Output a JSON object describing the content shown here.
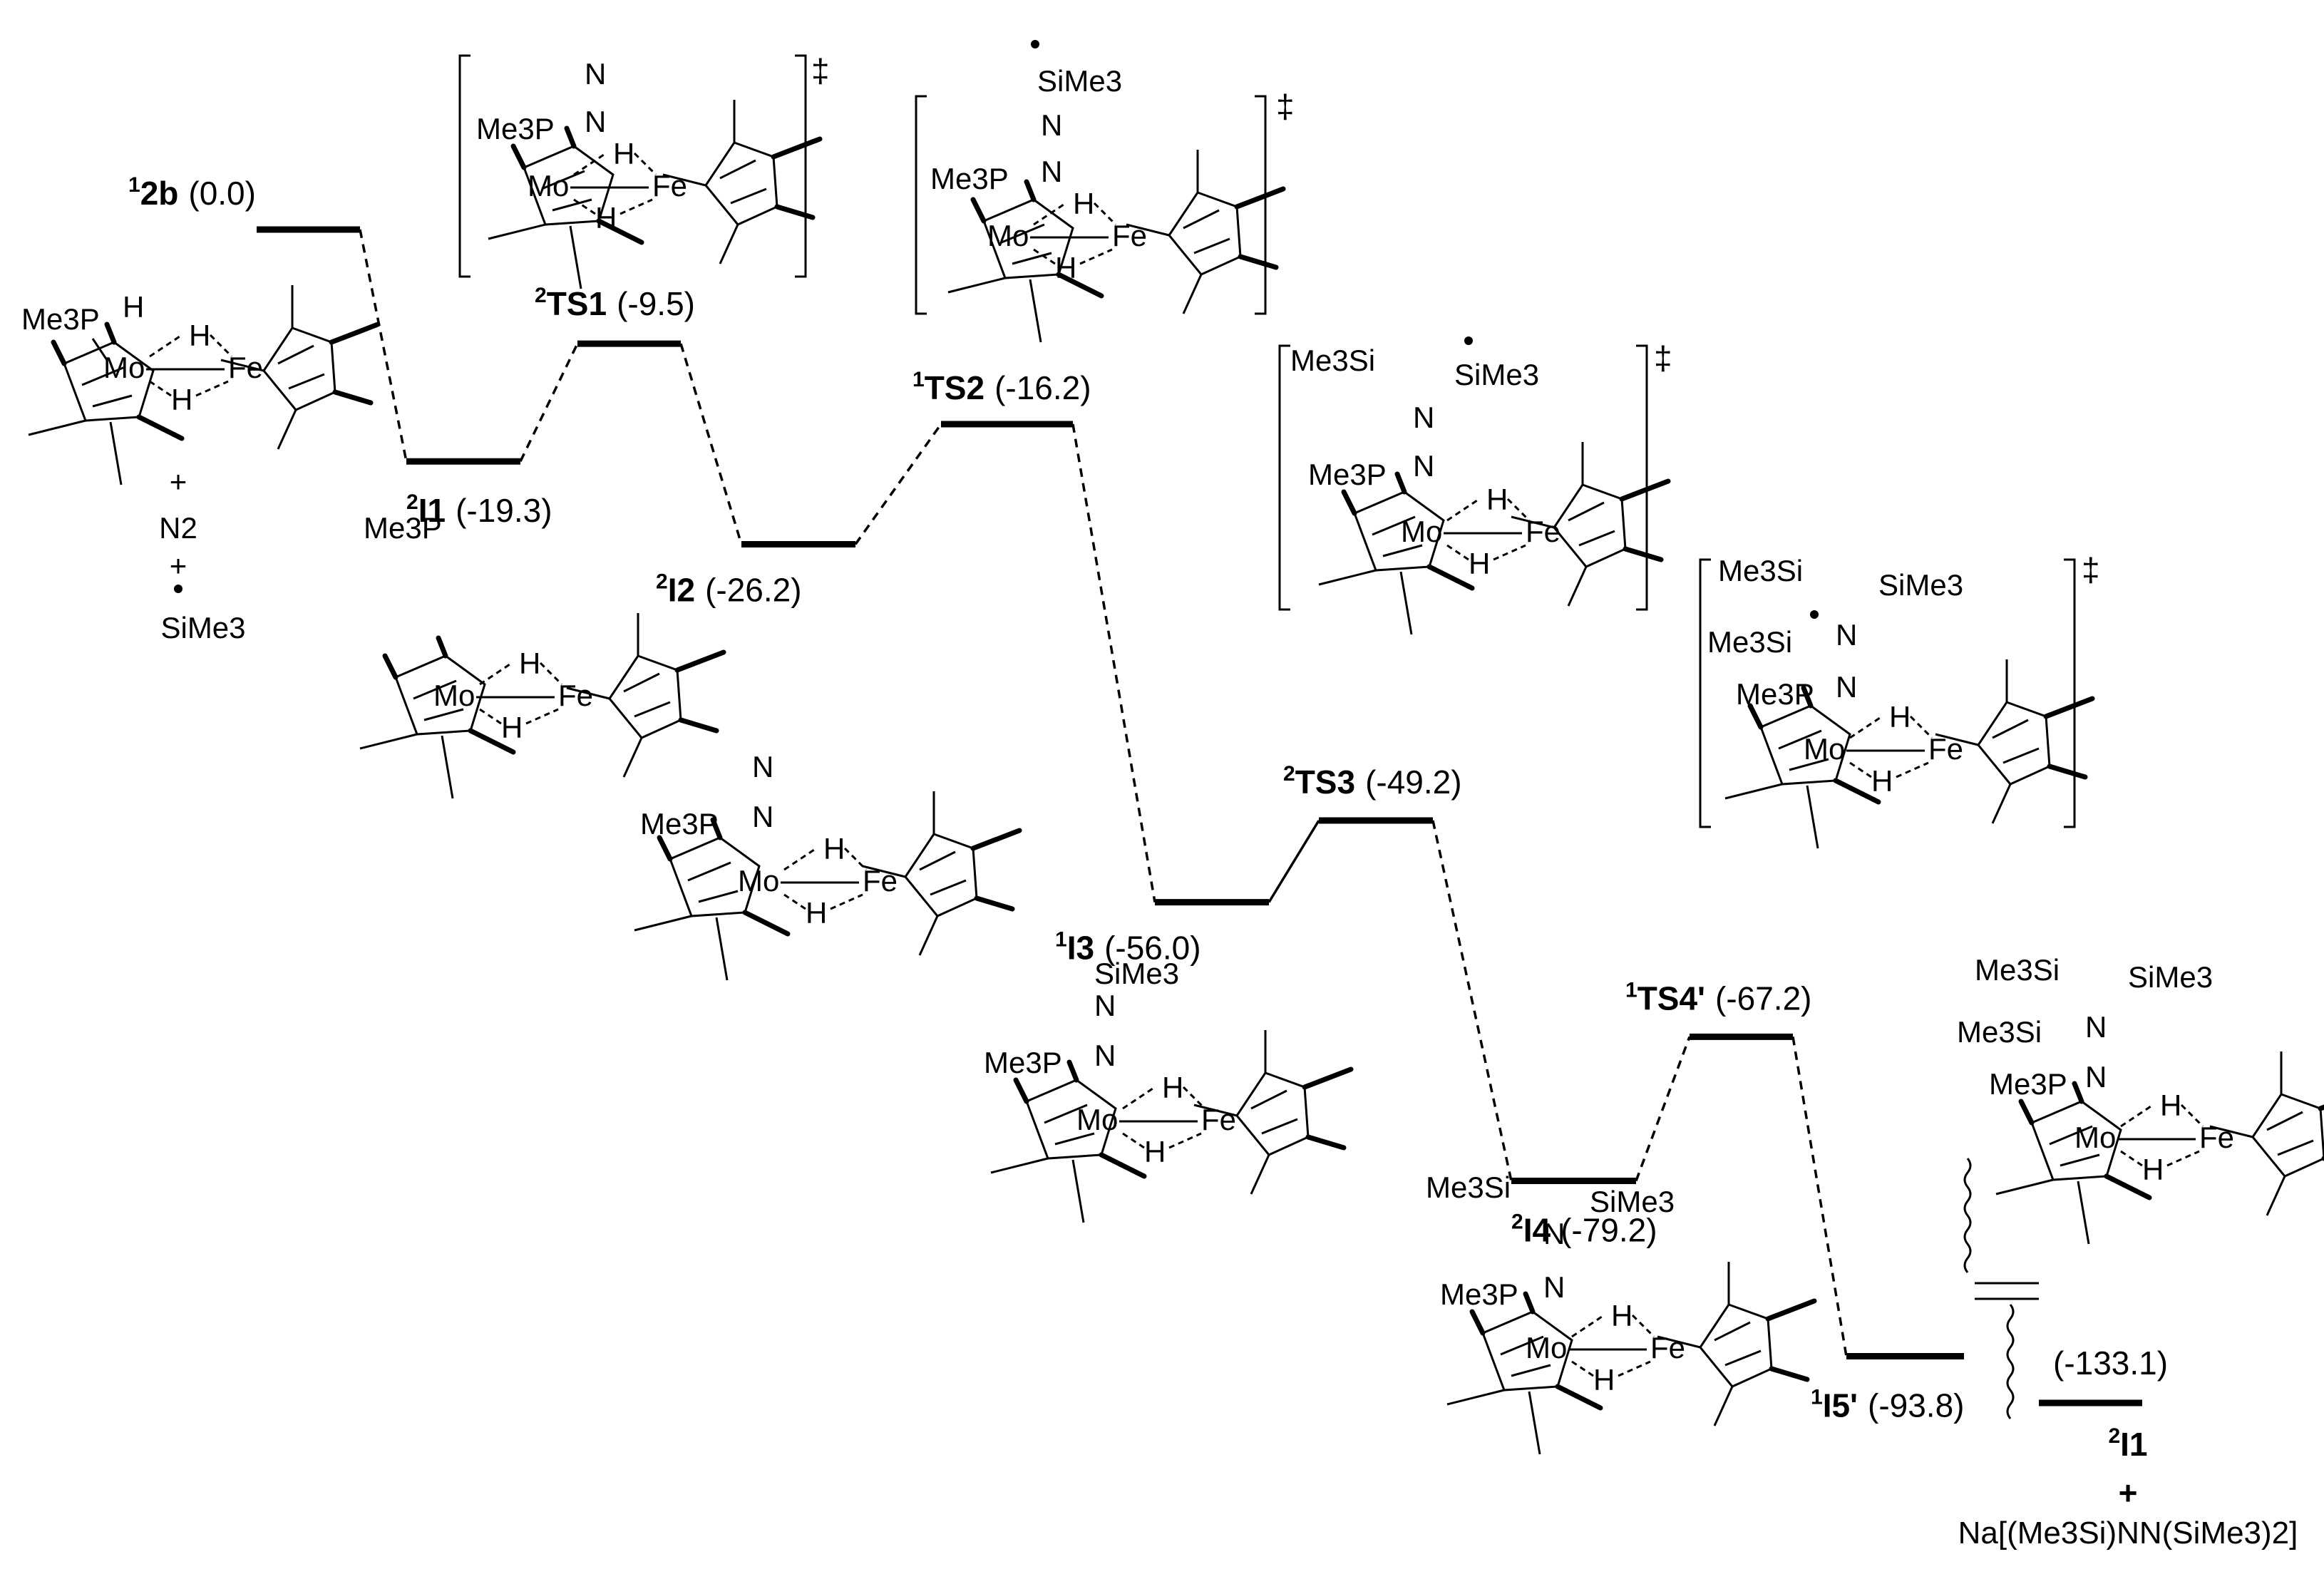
{
  "energy_unit": "",
  "states": [
    {
      "id": "s0",
      "sup": "1",
      "name": "2b",
      "value": "(0.0)"
    },
    {
      "id": "s1",
      "sup": "2",
      "name": "I1",
      "value": "(-19.3)"
    },
    {
      "id": "s2",
      "sup": "2",
      "name": "TS1",
      "value": "(-9.5)"
    },
    {
      "id": "s3",
      "sup": "2",
      "name": "I2",
      "value": "(-26.2)"
    },
    {
      "id": "s4",
      "sup": "1",
      "name": "TS2",
      "value": "(-16.2)"
    },
    {
      "id": "s5",
      "sup": "1",
      "name": "I3",
      "value": "(-56.0)"
    },
    {
      "id": "s6",
      "sup": "2",
      "name": "TS3",
      "value": "(-49.2)"
    },
    {
      "id": "s7",
      "sup": "2",
      "name": "I4",
      "value": "(-79.2)"
    },
    {
      "id": "s8",
      "sup": "1",
      "name": "TS4'",
      "value": "(-67.2)"
    },
    {
      "id": "s9",
      "sup": "1",
      "name": "I5'",
      "value": "(-93.8)"
    },
    {
      "id": "s10",
      "sup": "",
      "name": "",
      "value": "(-133.1)"
    }
  ],
  "reactants": {
    "plus1": "+",
    "n2": "N2",
    "plus2": "+",
    "radical": "SiMe3"
  },
  "products": {
    "sup": "2",
    "name": "I1",
    "plus": "+",
    "salt": "Na[(Me3Si)NN(SiMe3)2]"
  },
  "ts_mark": "‡",
  "atoms": {
    "me3p": "Me3P",
    "mo": "Mo",
    "fe": "Fe",
    "h": "H",
    "n": "N",
    "sime3": "SiMe3",
    "me3si": "Me3Si"
  }
}
